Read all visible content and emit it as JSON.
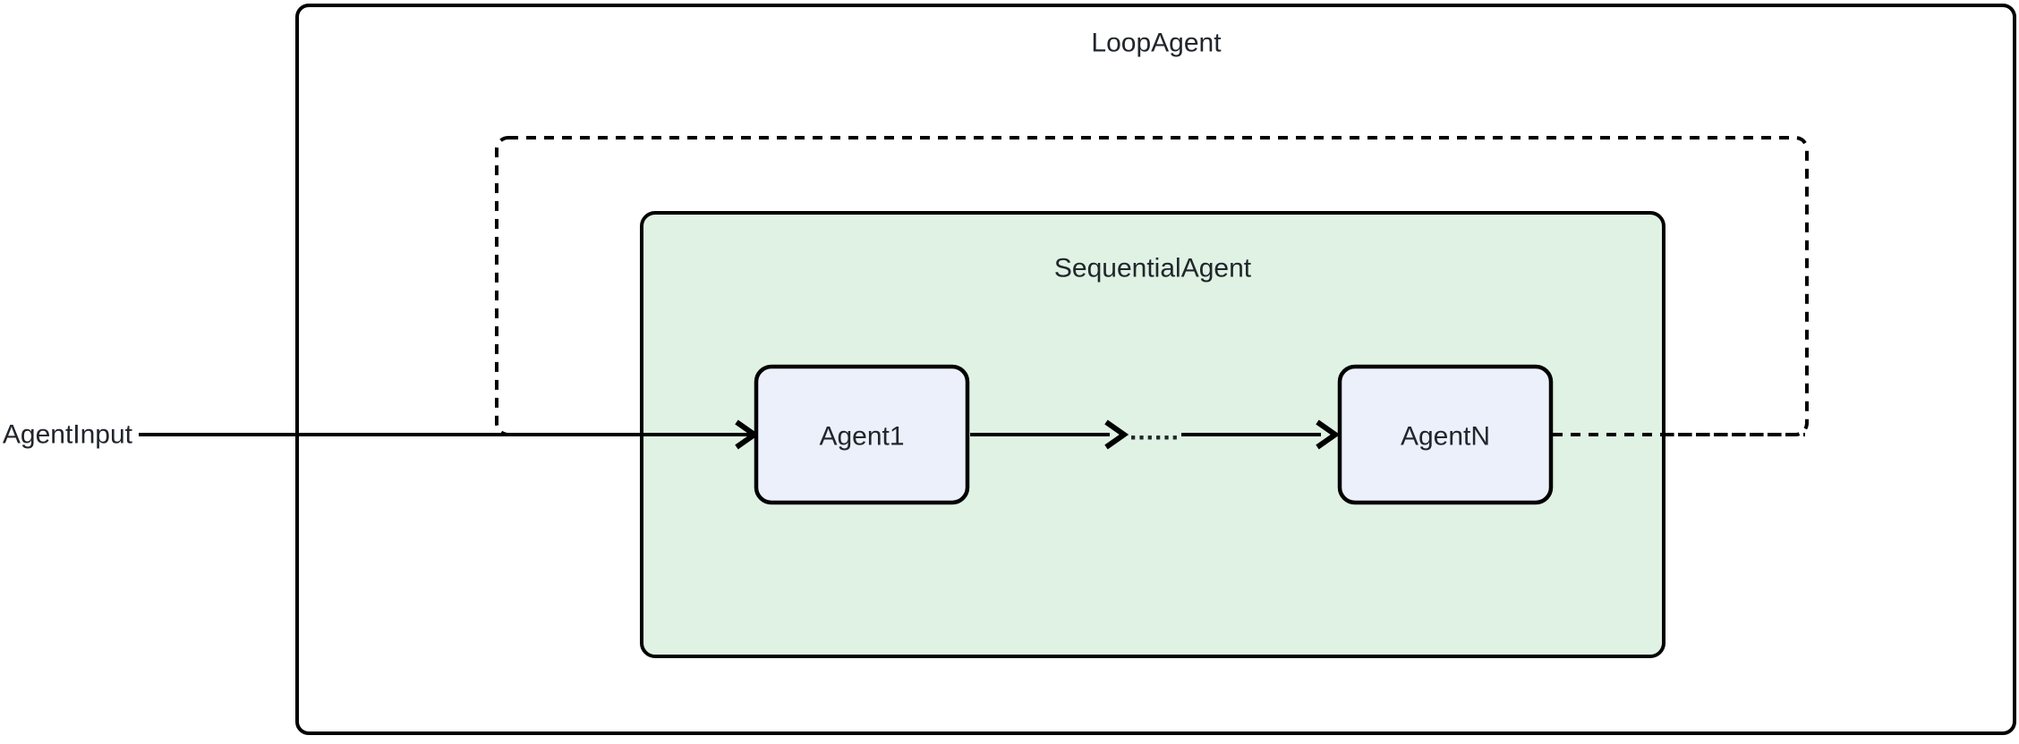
{
  "diagram_type": "flowchart",
  "colors": {
    "line": "#000000",
    "text": "#21262c",
    "loop_agent_fill": "#ffffff",
    "sequential_agent_fill": "#dff2e3",
    "node_fill": "#ecf0fa",
    "background": "#ffffff"
  },
  "loop_agent": {
    "label": "LoopAgent"
  },
  "sequential_agent": {
    "label": "SequentialAgent"
  },
  "nodes": [
    {
      "id": "agent1",
      "label": "Agent1"
    },
    {
      "id": "agentN",
      "label": "AgentN"
    }
  ],
  "edges": {
    "input_label": "AgentInput",
    "ellipsis": "......"
  }
}
